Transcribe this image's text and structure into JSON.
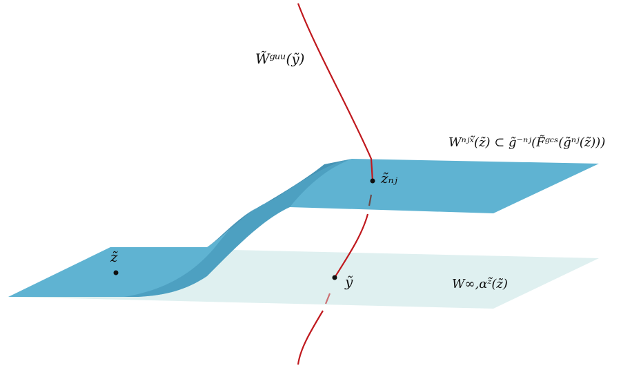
{
  "colors": {
    "sheet": "#5fb3d2",
    "sheet_dark": "#2e86ad",
    "bottom_plane": "#dff0f0",
    "curve": "#c0191e",
    "point": "#111111"
  },
  "labels": {
    "unstable_leaf": "W̃ᵍᵘᵘ(ỹ)",
    "top_sheet": "Wⁿʲˣ̃(z̃) ⊂ g̃⁻ⁿʲ(F̃ᵍᶜˢ(g̃ⁿʲ(z̃)))",
    "bottom_plane": "W∞,αᶻ̃(z̃)",
    "point_z": "z̃",
    "point_z_nj": "z̃ₙⱼ",
    "point_y": "ỹ"
  }
}
